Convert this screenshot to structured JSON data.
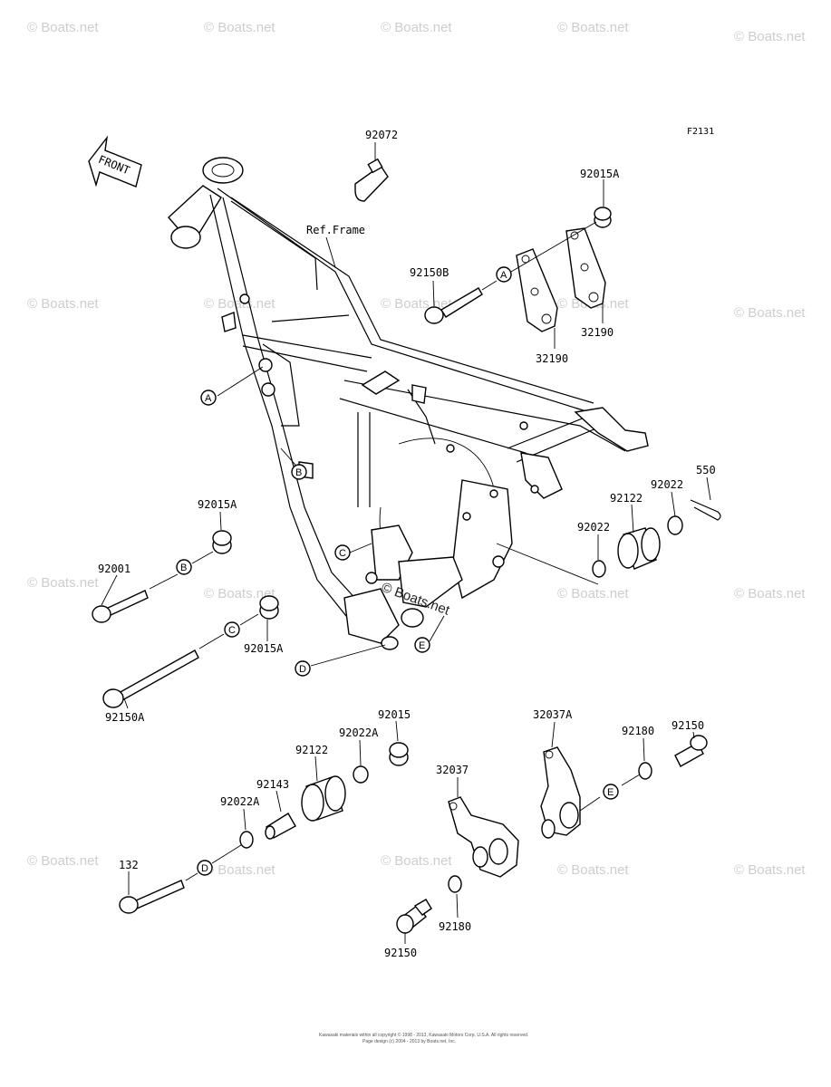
{
  "diagram_code": "F2131",
  "front_label": "FRONT",
  "ref_frame_label": "Ref.Frame",
  "watermark_text": "© Boats.net",
  "overlay_watermark_text": "© Boats.net",
  "footer_line1": "Kawasaki materials within all copyright © 1998 - 2013, Kawasaki Motors Corp. U.S.A. All rights reserved.",
  "footer_line2": "Page design (c) 2004 - 2013 by Boats.net, Inc.",
  "part_numbers": {
    "p92072": "92072",
    "p92015A_top": "92015A",
    "p92150B": "92150B",
    "p32190_a": "32190",
    "p32190_b": "32190",
    "p550": "550",
    "p92022_a": "92022",
    "p92122_a": "92122",
    "p92022_b": "92022",
    "p92015A_mid": "92015A",
    "p92001": "92001",
    "p92015A_low": "92015A",
    "p92150A": "92150A",
    "p92015": "92015",
    "p92022A_a": "92022A",
    "p92122_b": "92122",
    "p92143": "92143",
    "p92022A_b": "92022A",
    "p132": "132",
    "p32037A": "32037A",
    "p92150_a": "92150",
    "p92180_a": "92180",
    "p32037": "32037",
    "p92180_b": "92180",
    "p92150_b": "92150"
  },
  "callouts": {
    "A1": "A",
    "A2": "A",
    "B1": "B",
    "B2": "B",
    "C1": "C",
    "C2": "C",
    "D1": "D",
    "D2": "D",
    "E1": "E",
    "E2": "E"
  }
}
